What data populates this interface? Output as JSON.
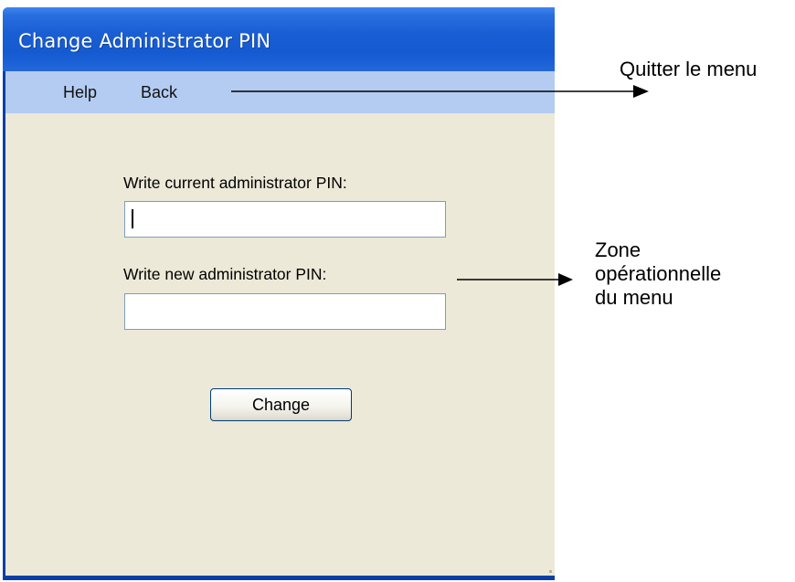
{
  "window": {
    "title": "Change Administrator PIN"
  },
  "menu": {
    "items": [
      {
        "label": "Help"
      },
      {
        "label": "Back"
      }
    ]
  },
  "form": {
    "current_pin_label": "Write current administrator PIN:",
    "current_pin_value": "",
    "new_pin_label": "Write new administrator PIN:",
    "new_pin_value": "",
    "change_button_label": "Change"
  },
  "annotations": {
    "quit_menu": "Quitter le menu",
    "operational_zone": [
      "Zone",
      "opérationnelle",
      "du menu"
    ]
  }
}
